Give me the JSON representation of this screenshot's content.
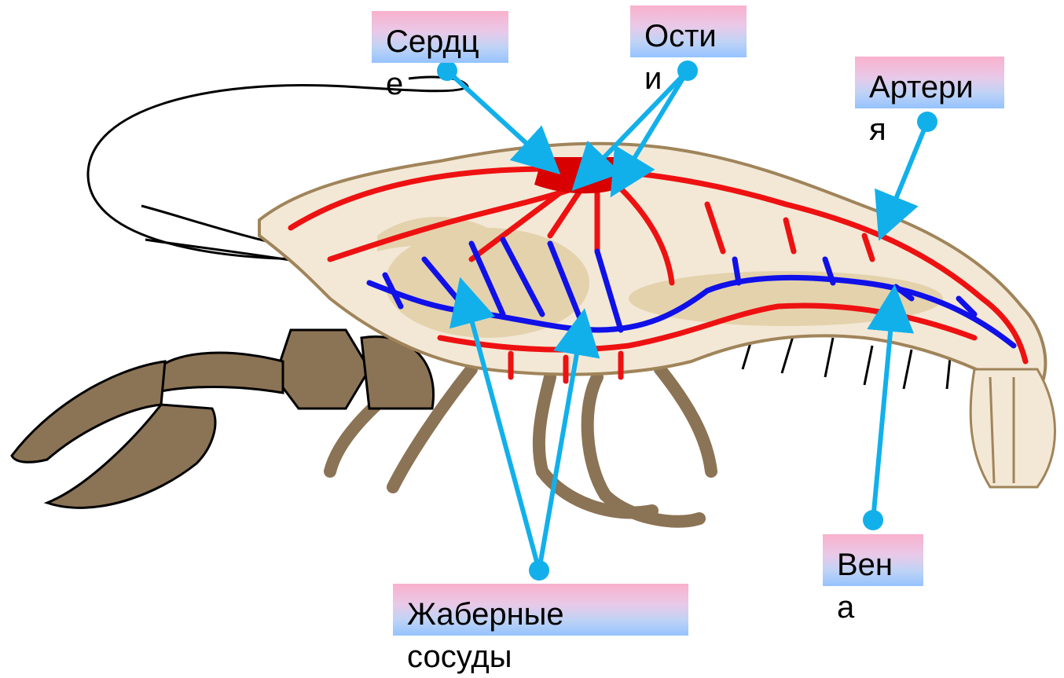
{
  "labels": {
    "heart": "Сердц\nе",
    "ostia": "Ости\nи",
    "artery": "Артери\nя",
    "vein": "Вен\nа",
    "gill_vessels": "Жаберные\nсосуды"
  },
  "colors": {
    "artery": "#ee1111",
    "vein": "#1010e8",
    "pointer": "#12b0ea",
    "body_shell": "#f3e8d6",
    "limbs": "#8b7355",
    "heart": "#d80000"
  },
  "icons": [
    "crayfish-illustration",
    "pointer-arrow"
  ]
}
